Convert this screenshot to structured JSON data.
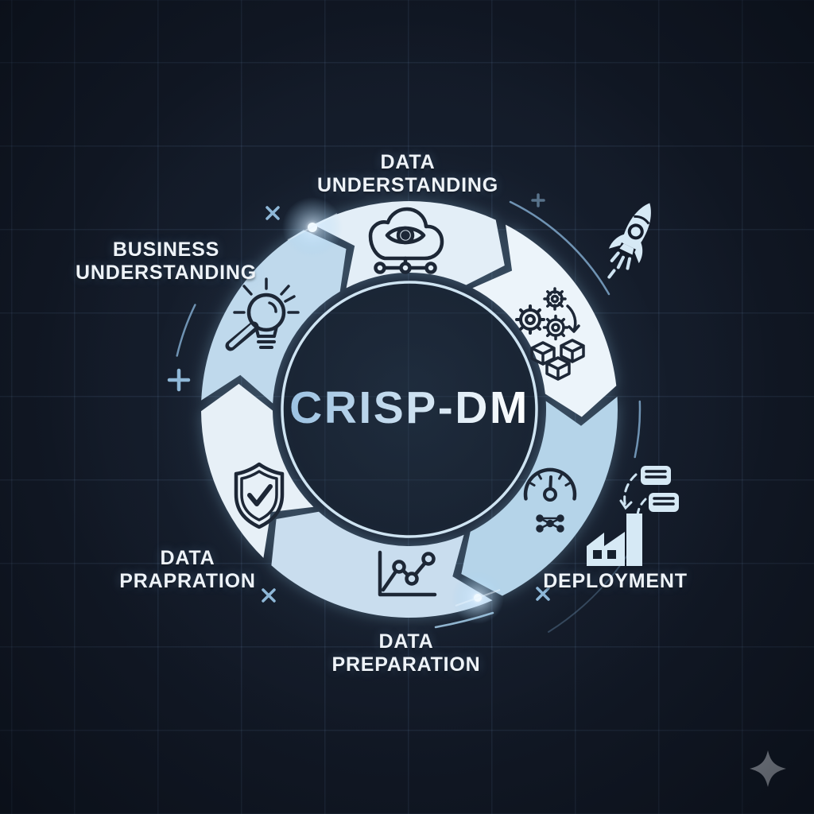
{
  "center": {
    "title": "CRISP-DM"
  },
  "stages": [
    {
      "id": "data-understanding",
      "line1": "DATA",
      "line2": "UNDERSTANDING",
      "icon": "cloud-eye-icon",
      "segment_color": "#e3eef7"
    },
    {
      "id": "modeling",
      "line1": "",
      "line2": "",
      "icon": "gears-cubes-icon",
      "segment_color": "#ecf4fa"
    },
    {
      "id": "deployment",
      "line1": "DEPLOYMENT",
      "line2": "",
      "icon": "gauge-icon",
      "segment_color": "#b5d4e9"
    },
    {
      "id": "data-preparation",
      "line1": "DATA",
      "line2": "PREPARATION",
      "icon": "line-chart-icon",
      "segment_color": "#c9ddee"
    },
    {
      "id": "data-prapration",
      "line1": "DATA",
      "line2": "PRAPRATION",
      "icon": "shield-check-icon",
      "segment_color": "#e7f0f7"
    },
    {
      "id": "business-understanding",
      "line1": "BUSINESS",
      "line2": "UNDERSTANDING",
      "icon": "lightbulb-magnifier-icon",
      "segment_color": "#bfd9ec"
    }
  ],
  "decorations": {
    "rocket": "rocket-icon",
    "factory": "factory-icon",
    "server_cards": "server-cards-icon",
    "sparkle": "four-point-star-icon",
    "cross_marks": 3,
    "plus_marks": 2
  },
  "palette": {
    "background": "#121926",
    "grid_line": "#3a4a66",
    "icon_stroke": "#1d2736",
    "accent_line": "#86b0d4",
    "mark": "#8fb8d8",
    "label_text": "#eef3f8",
    "title_gradient_start": "#9cc2e2",
    "title_gradient_end": "#ffffff",
    "center_ring": "#cfe4f2",
    "light_fill": "#d6e9f5",
    "sparkle": "#9aa0aa",
    "flare": "#eaf6ff"
  }
}
